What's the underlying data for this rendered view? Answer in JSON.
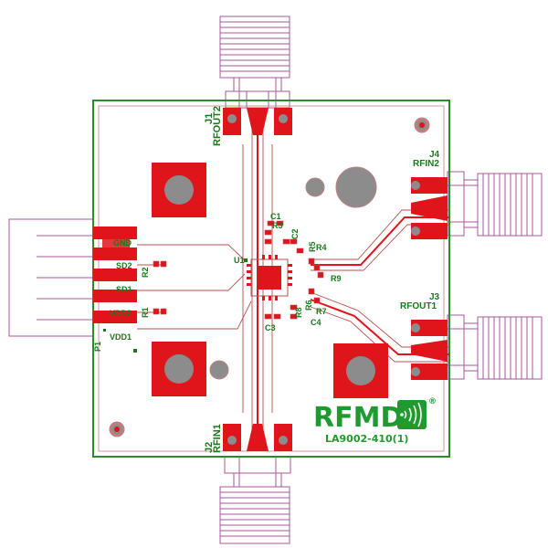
{
  "colors": {
    "board_outline": "#2f8a2f",
    "copper": "#e0141b",
    "trace_outline": "#b85050",
    "silkscreen": "#1a7a1a",
    "connector": "#a7579e",
    "pad_hole": "#8c8c8c",
    "logo_green": "#1e9a2e"
  },
  "labels": {
    "j1": "J1",
    "rfout2": "RFOUT2",
    "j2": "J2",
    "rfin1": "RFIN1",
    "j3": "J3",
    "rfout1": "RFOUT1",
    "j4": "J4",
    "rfin2": "RFIN2",
    "gnd": "GND",
    "sd2": "SD2",
    "sd1": "SD1",
    "vdd2": "VDD2",
    "vdd1": "VDD1",
    "p1": "P1",
    "u1": "U1",
    "c1": "C1",
    "c2": "C2",
    "c3": "C3",
    "c4": "C4",
    "r1": "R1",
    "r2": "R2",
    "r3": "R3",
    "r4": "R4",
    "r5": "R5",
    "r6": "R6",
    "r7": "R7",
    "r8": "R8",
    "r9": "R9"
  },
  "logo": {
    "brand": "RFMD",
    "registered": "®",
    "part_number": "LA9002-410(1)"
  },
  "icons": {
    "logo_mark": "wireless-waves-icon"
  }
}
